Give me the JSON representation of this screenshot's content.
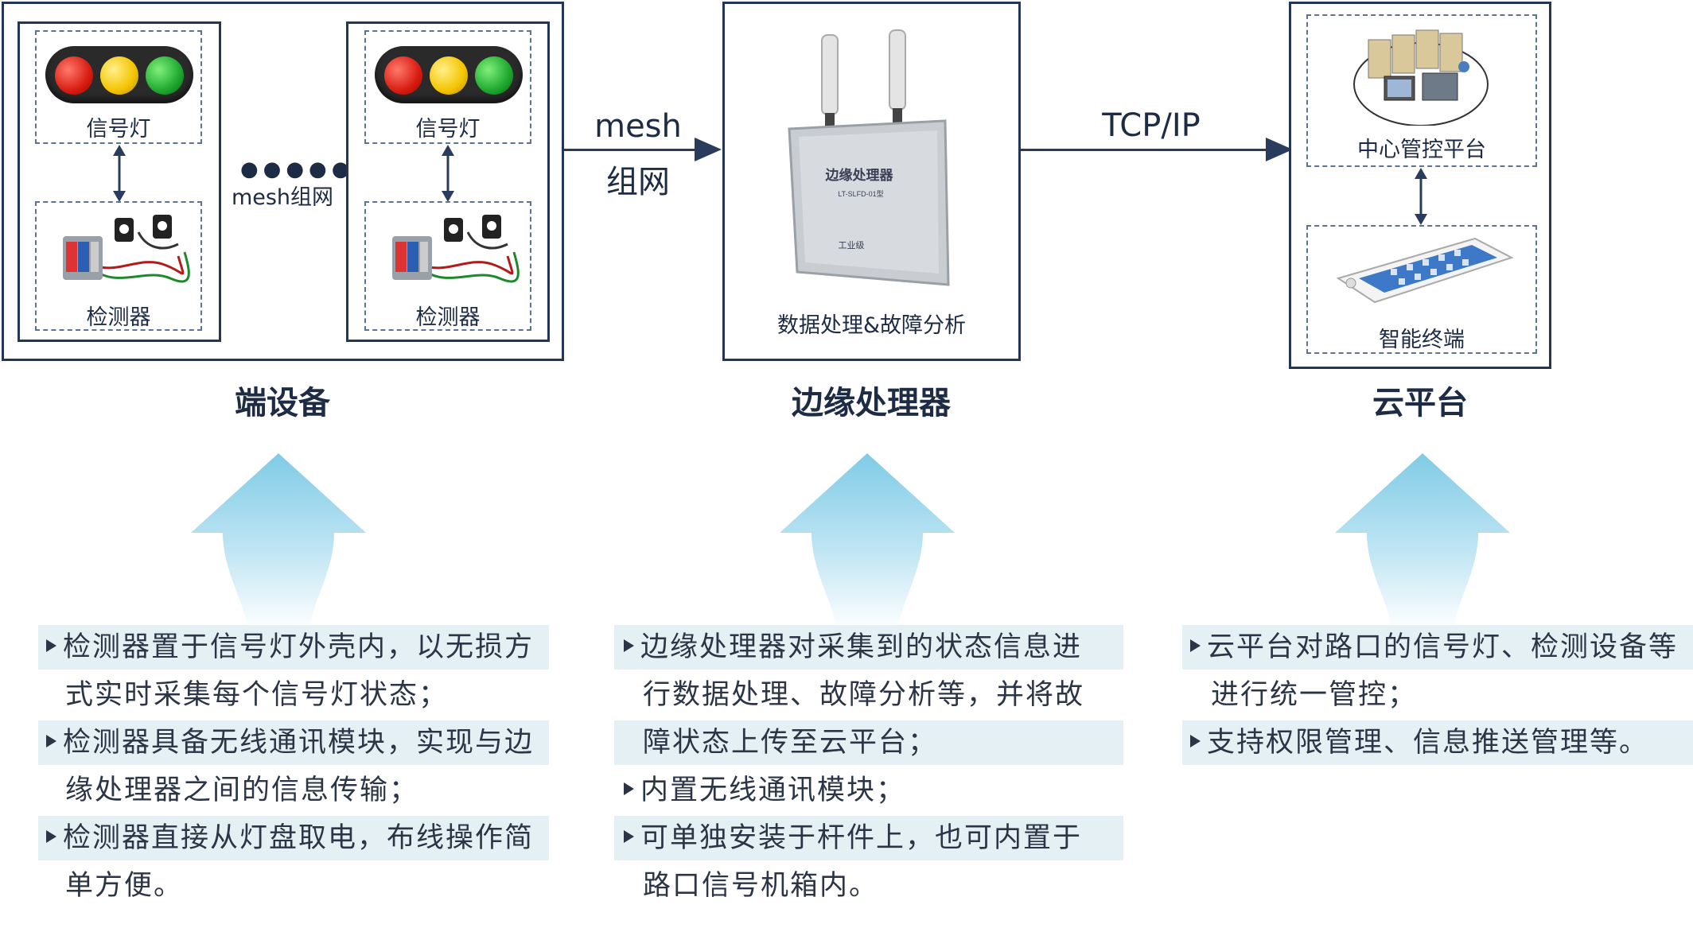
{
  "end_devices": {
    "title": "端设备",
    "traffic_light_label": "信号灯",
    "detector_label": "检测器",
    "link_label": "mesh组网"
  },
  "link_mesh": {
    "line1": "mesh",
    "line2": "组网"
  },
  "edge": {
    "title": "边缘处理器",
    "device_title": "边缘处理器",
    "device_model": "LT-SLFD-01型",
    "device_grade": "工业级",
    "caption": "数据处理&故障分析"
  },
  "link_tcp": {
    "label": "TCP/IP"
  },
  "cloud": {
    "title": "云平台",
    "center_label": "中心管控平台",
    "terminal_label": "智能终端"
  },
  "colors": {
    "frame": "#233657",
    "band": "#e4f0f4",
    "arrow": "#8fd0e8"
  },
  "features": {
    "end": [
      {
        "line1": "检测器置于信号灯外壳内，以无损方",
        "line2": "式实时采集每个信号灯状态；"
      },
      {
        "line1": "检测器具备无线通讯模块，实现与边",
        "line2": "缘处理器之间的信息传输；"
      },
      {
        "line1": "检测器直接从灯盘取电，布线操作简",
        "line2": "单方便。"
      }
    ],
    "edge": [
      {
        "line1": "边缘处理器对采集到的状态信息进",
        "line2": "行数据处理、故障分析等，并将故",
        "line3": "障状态上传至云平台；"
      },
      {
        "line1": "内置无线通讯模块；"
      },
      {
        "line1": "可单独安装于杆件上，也可内置于",
        "line2": "路口信号机箱内。"
      }
    ],
    "cloud": [
      {
        "line1": "云平台对路口的信号灯、检测设备等",
        "line2": "进行统一管控；"
      },
      {
        "line1": "支持权限管理、信息推送管理等。"
      }
    ]
  }
}
